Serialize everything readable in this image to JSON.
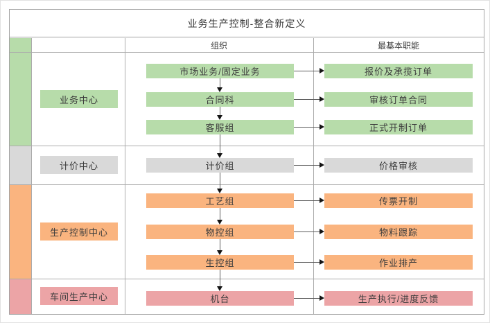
{
  "title": "业务生产控制-整合新定义",
  "columns": {
    "org": "组织",
    "function": "最基本职能"
  },
  "colors": {
    "green": "#b7dcaa",
    "gray": "#d9d9d9",
    "orange": "#fab47f",
    "pink": "#eca4a6",
    "grid_line": "#a3a3a3",
    "arrow": "#141414",
    "text": "#3d3d3d"
  },
  "bands": [
    {
      "label": "业务中心",
      "color": "#b7dcaa",
      "rows": [
        {
          "org": "市场业务/固定业务",
          "func": "报价及承揽订单"
        },
        {
          "org": "合同科",
          "func": "审核订单合同"
        },
        {
          "org": "客服组",
          "func": "正式开制订单"
        }
      ]
    },
    {
      "label": "计价中心",
      "color": "#d9d9d9",
      "rows": [
        {
          "org": "计价组",
          "func": "价格审核"
        }
      ]
    },
    {
      "label": "生产控制中心",
      "color": "#fab47f",
      "rows": [
        {
          "org": "工艺组",
          "func": "传票开制"
        },
        {
          "org": "物控组",
          "func": "物料跟踪"
        },
        {
          "org": "生控组",
          "func": "作业排产"
        }
      ]
    },
    {
      "label": "车间生产中心",
      "color": "#eca4a6",
      "rows": [
        {
          "org": "机台",
          "func": "生产执行/进度反馈"
        }
      ]
    }
  ]
}
